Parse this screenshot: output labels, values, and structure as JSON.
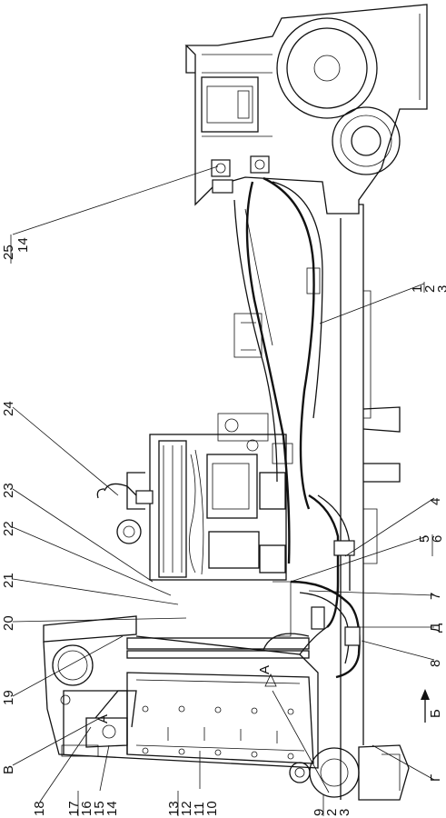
{
  "drawing": {
    "callouts": {
      "c25_14": [
        "25",
        "14"
      ],
      "c1_2_3": [
        "1",
        "2",
        "3"
      ],
      "c24": "24",
      "c23": "23",
      "c22": "22",
      "c21": "21",
      "c20": "20",
      "c19": "19",
      "c18": "18",
      "cV": "В",
      "c17_16_15_14": [
        "17",
        "16",
        "15",
        "14"
      ],
      "c13_12_11_10": [
        "13",
        "12",
        "11",
        "10"
      ],
      "c9_2_3": [
        "9",
        "2",
        "3"
      ],
      "cG": "Г",
      "c4": "4",
      "c5_6": [
        "5",
        "6"
      ],
      "c7": "7",
      "cD": "Д",
      "c8": "8",
      "cB": "Б"
    },
    "view_markers": {
      "a1": "А",
      "a2": "А"
    }
  }
}
